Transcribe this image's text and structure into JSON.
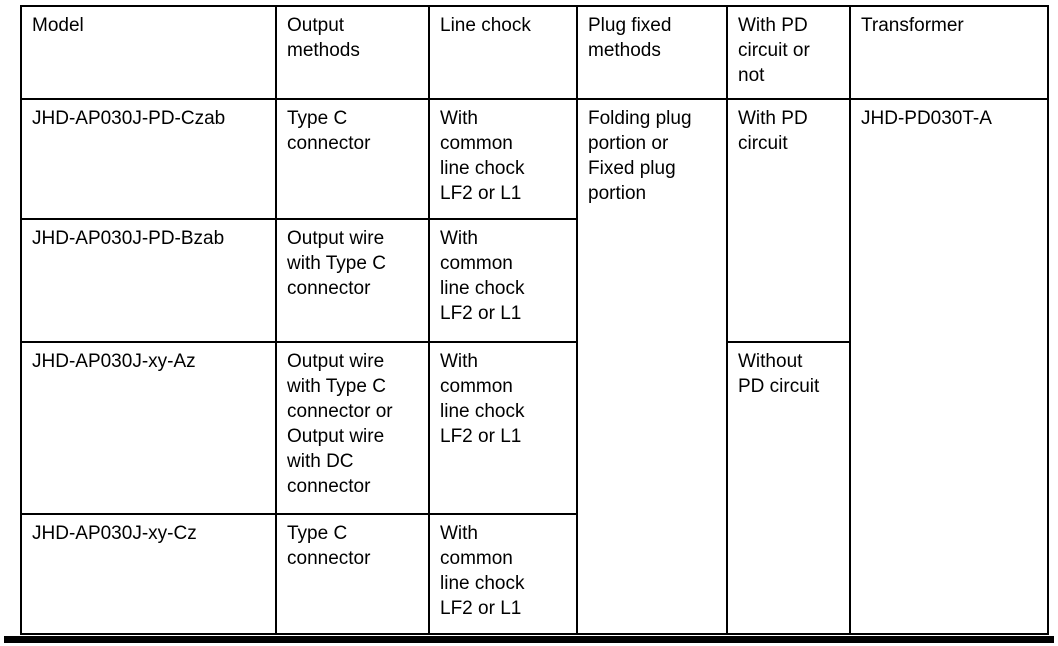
{
  "colors": {
    "border": "#000000",
    "text": "#000000",
    "background": "#ffffff"
  },
  "table": {
    "header": {
      "model": "Model",
      "output_methods": "Output\nmethods",
      "line_chock": "Line chock",
      "plug_fixed_methods": "Plug fixed\nmethods",
      "pd_circuit": "With PD\ncircuit or\nnot",
      "transformer": "Transformer"
    },
    "rows": [
      {
        "model": "JHD-AP030J-PD-Czab",
        "output_methods": "Type C\nconnector",
        "line_chock": "With\ncommon\nline chock\nLF2 or L1"
      },
      {
        "model": "JHD-AP030J-PD-Bzab",
        "output_methods": "Output wire\nwith Type C\nconnector",
        "line_chock": "With\ncommon\nline chock\nLF2 or L1"
      },
      {
        "model": "JHD-AP030J-xy-Az",
        "output_methods": "Output wire\nwith Type C\nconnector or\nOutput wire\nwith DC\nconnector",
        "line_chock": "With\ncommon\nline chock\nLF2 or L1"
      },
      {
        "model": "JHD-AP030J-xy-Cz",
        "output_methods": "Type C\nconnector",
        "line_chock": "With\ncommon\nline chock\nLF2 or L1"
      }
    ],
    "merged": {
      "plug_fixed_methods": "Folding plug\nportion or\nFixed plug\nportion",
      "with_pd_circuit": "With PD\ncircuit",
      "without_pd_circuit": "Without\nPD circuit",
      "transformer_model": "JHD-PD030T-A"
    }
  }
}
